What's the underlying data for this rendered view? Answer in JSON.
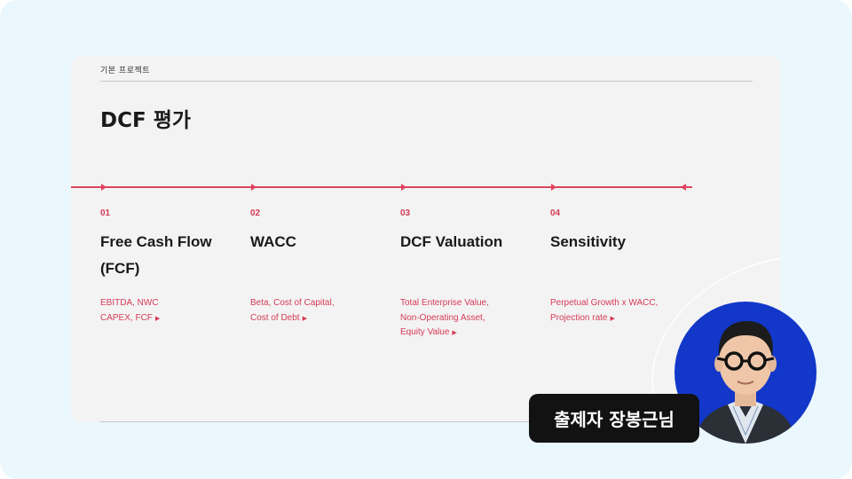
{
  "slide": {
    "section_label": "기본 프로젝트",
    "title": "DCF 평가",
    "steps": [
      {
        "num": "01",
        "title": "Free Cash Flow (FCF)",
        "desc": [
          "EBITDA, NWC",
          "CAPEX, FCF"
        ]
      },
      {
        "num": "02",
        "title": "WACC",
        "desc": [
          "Beta, Cost of Capital,",
          "Cost of Debt"
        ]
      },
      {
        "num": "03",
        "title": "DCF Valuation",
        "desc": [
          "Total Enterprise Value,",
          "Non-Operating Asset,",
          "Equity Value"
        ]
      },
      {
        "num": "04",
        "title": "Sensitivity",
        "desc": [
          "Perpetual Growth x WACC,",
          "Projection rate"
        ]
      }
    ]
  },
  "presenter": {
    "caption": "출제자 장봉근님"
  },
  "icons": {
    "step_arrow": "triangle-right-icon",
    "link_marker": "small-triangle-right-icon"
  },
  "colors": {
    "accent": "#e0445e",
    "avatar_bg": "#1237c9",
    "caption_bg": "#121212"
  }
}
